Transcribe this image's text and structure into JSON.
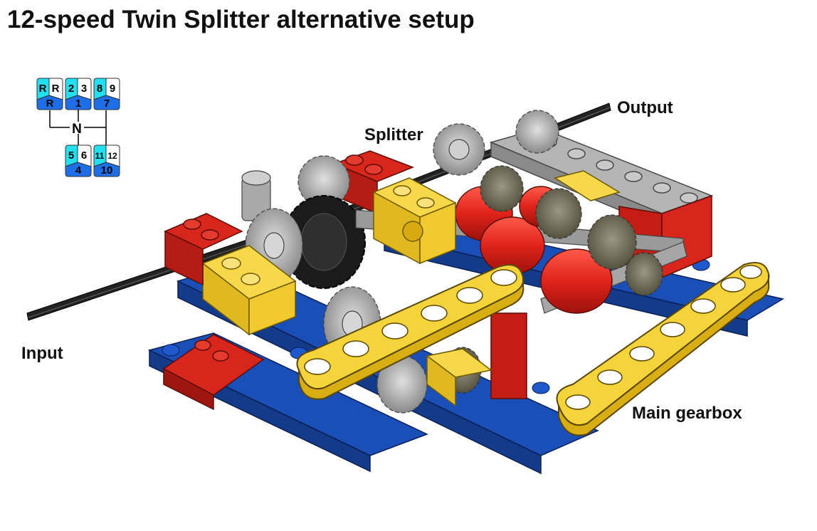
{
  "title": "12-speed Twin Splitter alternative setup",
  "labels": {
    "input": "Input",
    "output": "Output",
    "splitter": "Splitter",
    "main_gearbox": "Main gearbox"
  },
  "shift_pattern": {
    "neutral": "N",
    "positions": [
      {
        "split_low": "R",
        "split_high": "R",
        "base": "R"
      },
      {
        "split_low": "2",
        "split_high": "3",
        "base": "1"
      },
      {
        "split_low": "8",
        "split_high": "9",
        "base": "7"
      },
      {
        "split_low": "5",
        "split_high": "6",
        "base": "4"
      },
      {
        "split_low": "11",
        "split_high": "12",
        "base": "10"
      }
    ]
  },
  "colors": {
    "red": "#d8261c",
    "yellow": "#f5d33a",
    "blue": "#1a4fb5",
    "black": "#1b1b1b",
    "gray": "#a8a8a8",
    "dark_gray": "#6e6c60",
    "cyan": "#22e0f0",
    "shift_blue": "#1e6ee8"
  }
}
